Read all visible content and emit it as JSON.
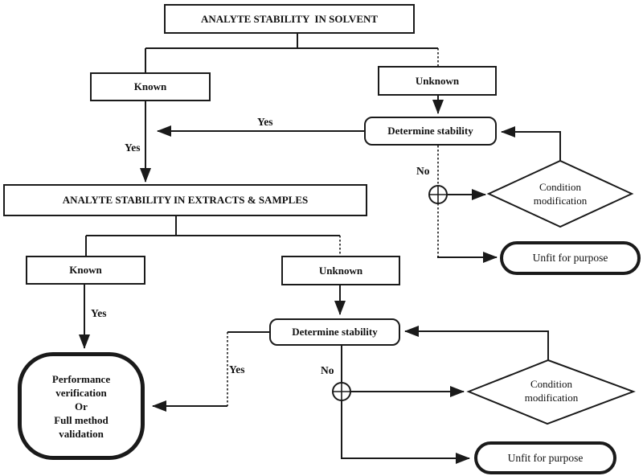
{
  "flowchart": {
    "nodes": {
      "solvent_title": "ANALYTE STABILITY  IN SOLVENT",
      "known_1": "Known",
      "unknown_1": "Unknown",
      "determine_1": "Determine stability",
      "condition_1": "Condition modification",
      "unfit_1": "Unfit for purpose",
      "extracts_title": "ANALYTE STABILITY IN EXTRACTS & SAMPLES",
      "known_2": "Known",
      "unknown_2": "Unknown",
      "determine_2": "Determine stability",
      "performance": "Performance\nverification\nOr\nFull method\nvalidation",
      "condition_2": "Condition modification",
      "unfit_2": "Unfit for purpose"
    },
    "edge_labels": {
      "yes_merge": "Yes",
      "yes_known1": "Yes",
      "no_determine1": "No",
      "yes_known2": "Yes",
      "yes_determine2": "Yes",
      "no_determine2": "No"
    },
    "colors": {
      "line": "#1a1a1a",
      "background": "#ffffff",
      "node_fill": "#ffffff"
    }
  }
}
